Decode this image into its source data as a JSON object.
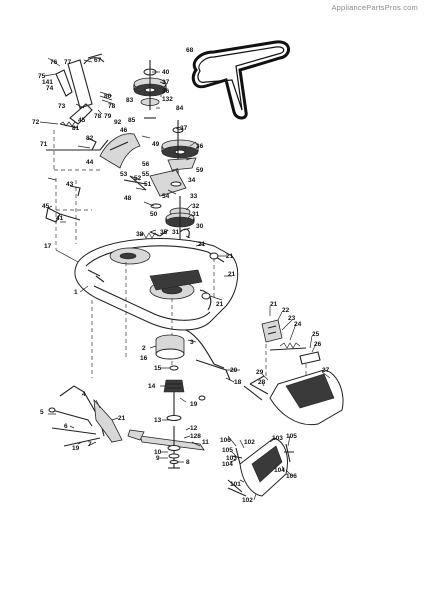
{
  "watermark": "AppliancePartsPros.com",
  "callouts": [
    "68",
    "76",
    "77",
    "67",
    "75",
    "141",
    "74",
    "40",
    "37",
    "36",
    "83",
    "132",
    "84",
    "80",
    "78",
    "73",
    "78",
    "79",
    "92",
    "45",
    "85",
    "72",
    "81",
    "82",
    "37",
    "49",
    "36",
    "71",
    "46",
    "44",
    "56",
    "59",
    "55",
    "53",
    "52",
    "51",
    "34",
    "43",
    "48",
    "54",
    "33",
    "32",
    "45",
    "50",
    "31",
    "41",
    "30",
    "38",
    "35",
    "31",
    "17",
    "21",
    "21",
    "21",
    "1",
    "21",
    "2",
    "16",
    "3",
    "15",
    "20",
    "14",
    "18",
    "19",
    "21",
    "22",
    "23",
    "24",
    "25",
    "26",
    "27",
    "29",
    "28",
    "4",
    "5",
    "21",
    "6",
    "13",
    "12",
    "128",
    "11",
    "7",
    "19",
    "10",
    "9",
    "8",
    "106",
    "102",
    "103",
    "105",
    "105",
    "103",
    "104",
    "104",
    "106",
    "101",
    "102"
  ]
}
